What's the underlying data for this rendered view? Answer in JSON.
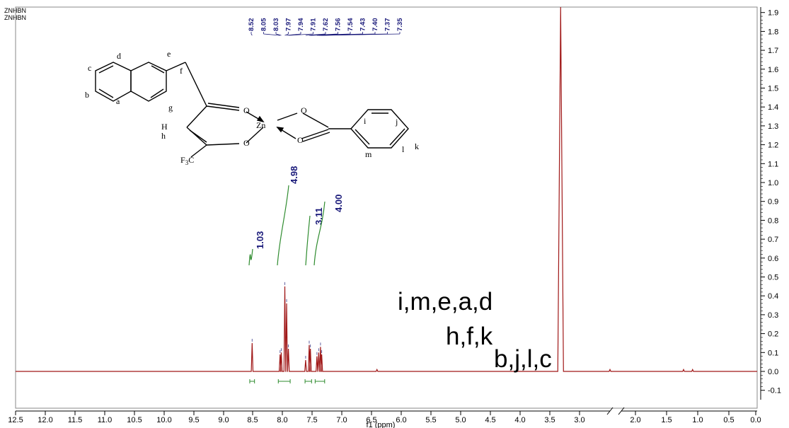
{
  "header": {
    "line1": "ZNHBN",
    "line2": "ZNHBN"
  },
  "chart_data": {
    "type": "line",
    "title": "",
    "xlabel": "f1 (ppm)",
    "ylabel": "",
    "x_reversed": true,
    "x_axis_break": [
      3.0,
      2.5
    ],
    "xlim": [
      12.5,
      0.0
    ],
    "ylim": [
      -0.15,
      1.92
    ],
    "x_ticks": [
      "12.5",
      "12.0",
      "11.5",
      "11.0",
      "10.5",
      "10.0",
      "9.5",
      "9.0",
      "8.5",
      "8.0",
      "7.5",
      "7.0",
      "6.5",
      "6.0",
      "5.5",
      "5.0",
      "4.5",
      "4.0",
      "3.5",
      "3.0",
      "2.0",
      "1.5",
      "1.0",
      "0.5",
      "0.0"
    ],
    "y_ticks": [
      "-0.1",
      "0.0",
      "0.1",
      "0.2",
      "0.3",
      "0.4",
      "0.5",
      "0.6",
      "0.7",
      "0.8",
      "0.9",
      "1.0",
      "1.1",
      "1.2",
      "1.3",
      "1.4",
      "1.5",
      "1.6",
      "1.7",
      "1.8",
      "1.9"
    ],
    "series": [
      {
        "color": "#a01818",
        "peaks": [
          {
            "x": 8.52,
            "y": 0.15
          },
          {
            "x": 8.05,
            "y": 0.09
          },
          {
            "x": 8.03,
            "y": 0.1
          },
          {
            "x": 7.97,
            "y": 0.45
          },
          {
            "x": 7.94,
            "y": 0.36
          },
          {
            "x": 7.91,
            "y": 0.12
          },
          {
            "x": 7.62,
            "y": 0.06
          },
          {
            "x": 7.56,
            "y": 0.14
          },
          {
            "x": 7.54,
            "y": 0.12
          },
          {
            "x": 7.43,
            "y": 0.08
          },
          {
            "x": 7.4,
            "y": 0.1
          },
          {
            "x": 7.37,
            "y": 0.13
          },
          {
            "x": 7.35,
            "y": 0.09
          },
          {
            "x": 6.42,
            "y": 0.01
          },
          {
            "x": 3.33,
            "y": 1.95
          },
          {
            "x": 2.5,
            "y": 0.01
          },
          {
            "x": 1.2,
            "y": 0.01
          },
          {
            "x": 1.05,
            "y": 0.01
          }
        ]
      }
    ],
    "peak_labels": [
      "8.52",
      "8.05",
      "8.03",
      "7.97",
      "7.94",
      "7.91",
      "7.62",
      "7.56",
      "7.54",
      "7.43",
      "7.40",
      "7.37",
      "7.35"
    ],
    "integrals": [
      {
        "label": "1.03",
        "from": 8.56,
        "to": 8.48
      },
      {
        "label": "4.98",
        "from": 8.08,
        "to": 7.88
      },
      {
        "label": "3.11",
        "from": 7.63,
        "to": 7.52
      },
      {
        "label": "4.00",
        "from": 7.46,
        "to": 7.3
      }
    ],
    "annotations": [
      "i,m,e,a,d",
      "h,f,k",
      "b,j,l,c"
    ]
  },
  "structure": {
    "atoms": [
      "a",
      "b",
      "c",
      "d",
      "e",
      "f",
      "g",
      "H",
      "h",
      "F3C",
      "Zn",
      "O",
      "O",
      "O",
      "O",
      "i",
      "j",
      "k",
      "l",
      "m"
    ]
  },
  "colors": {
    "spectrum": "#a01818",
    "integral": "#2e8b2e",
    "label": "#1a1a7a"
  }
}
